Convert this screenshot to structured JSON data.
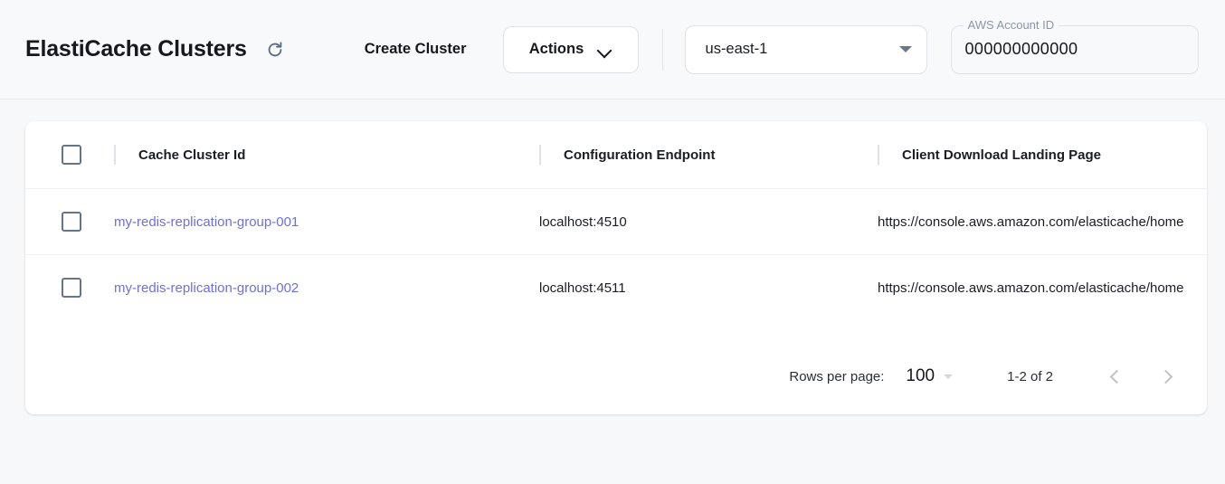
{
  "header": {
    "title": "ElastiCache Clusters",
    "refresh_icon": "refresh-icon",
    "create_cluster_label": "Create Cluster",
    "actions_label": "Actions",
    "actions_icon": "chevron-down-icon",
    "region": {
      "value": "us-east-1",
      "icon": "triangle-down-icon"
    },
    "account": {
      "label": "AWS Account ID",
      "value": "000000000000",
      "placeholder": "AWS Account ID"
    }
  },
  "table": {
    "select_all_checkbox": false,
    "columns": [
      {
        "key": "cluster_id",
        "label": "Cache Cluster Id"
      },
      {
        "key": "config_endpoint",
        "label": "Configuration Endpoint"
      },
      {
        "key": "landing_page",
        "label": "Client Download Landing Page"
      }
    ],
    "rows": [
      {
        "checked": false,
        "cluster_id": "my-redis-replication-group-001",
        "config_endpoint": "localhost:4510",
        "landing_page": "https://console.aws.amazon.com/elasticache/home"
      },
      {
        "checked": false,
        "cluster_id": "my-redis-replication-group-002",
        "config_endpoint": "localhost:4511",
        "landing_page": "https://console.aws.amazon.com/elasticache/home"
      }
    ]
  },
  "pagination": {
    "rows_per_page_label": "Rows per page:",
    "rows_per_page_value": "100",
    "range_label": "1-2 of 2",
    "prev_icon": "chevron-left-icon",
    "next_icon": "chevron-right-icon",
    "prev_disabled": true,
    "next_disabled": true
  },
  "colors": {
    "link": "#6f6fdf",
    "page_background": "#f7f8fa",
    "card_background": "#ffffff",
    "text_primary": "#16181d",
    "label_muted": "#8a96a8"
  }
}
